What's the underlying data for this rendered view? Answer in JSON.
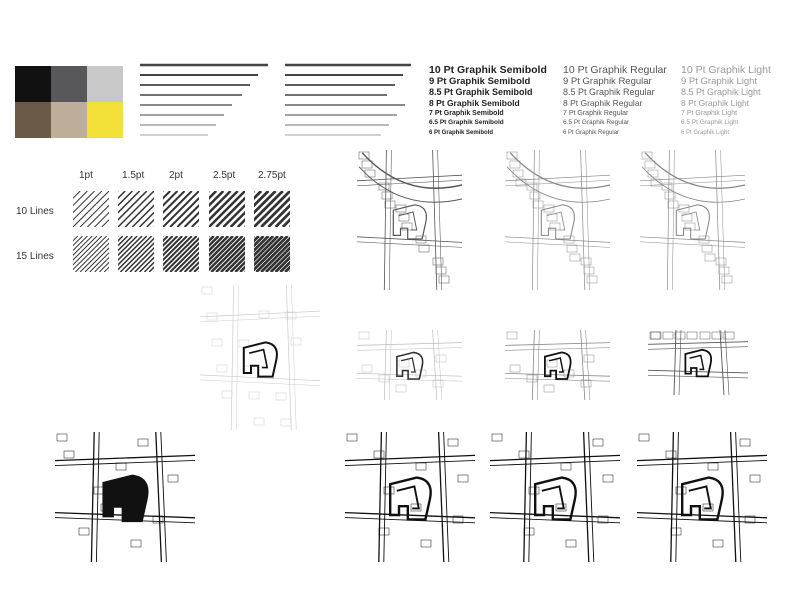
{
  "palette": {
    "swatches": [
      {
        "name": "black",
        "color": "#111111"
      },
      {
        "name": "dark-gray",
        "color": "#58585a"
      },
      {
        "name": "light-gray",
        "color": "#c8c8c8"
      },
      {
        "name": "brown",
        "color": "#6b5a48"
      },
      {
        "name": "tan",
        "color": "#bcae98"
      },
      {
        "name": "yellow",
        "color": "#f2df37"
      }
    ]
  },
  "typography": {
    "semibold": [
      "10 Pt Graphik Semibold",
      "9 Pt Graphik Semibold",
      "8.5 Pt Graphik Semibold",
      "8 Pt Graphik Semibold",
      "7 Pt Graphik Semibold",
      "6.5 Pt Graphik Semibold",
      "6 Pt Graphik Semibold"
    ],
    "regular": [
      "10 Pt Graphik Regular",
      "9 Pt Graphik Regular",
      "8.5 Pt Graphik Regular",
      "8 Pt Graphik Regular",
      "7 Pt Graphik Regular",
      "6.5 Pt Graphik Regular",
      "6 Pt Graphik Regular"
    ],
    "light": [
      "10 Pt Graphik Light",
      "9 Pt Graphik Light",
      "8.5 Pt Graphik Light",
      "8 Pt Graphik Light",
      "7 Pt Graphik Light",
      "6.5 Pt Graphik Light",
      "6 Pt Graphik Light"
    ]
  },
  "hatch_legend": {
    "columns": [
      "1pt",
      "1.5pt",
      "2pt",
      "2.5pt",
      "2.75pt"
    ],
    "rows": [
      "10 Lines",
      "15 Lines"
    ]
  }
}
